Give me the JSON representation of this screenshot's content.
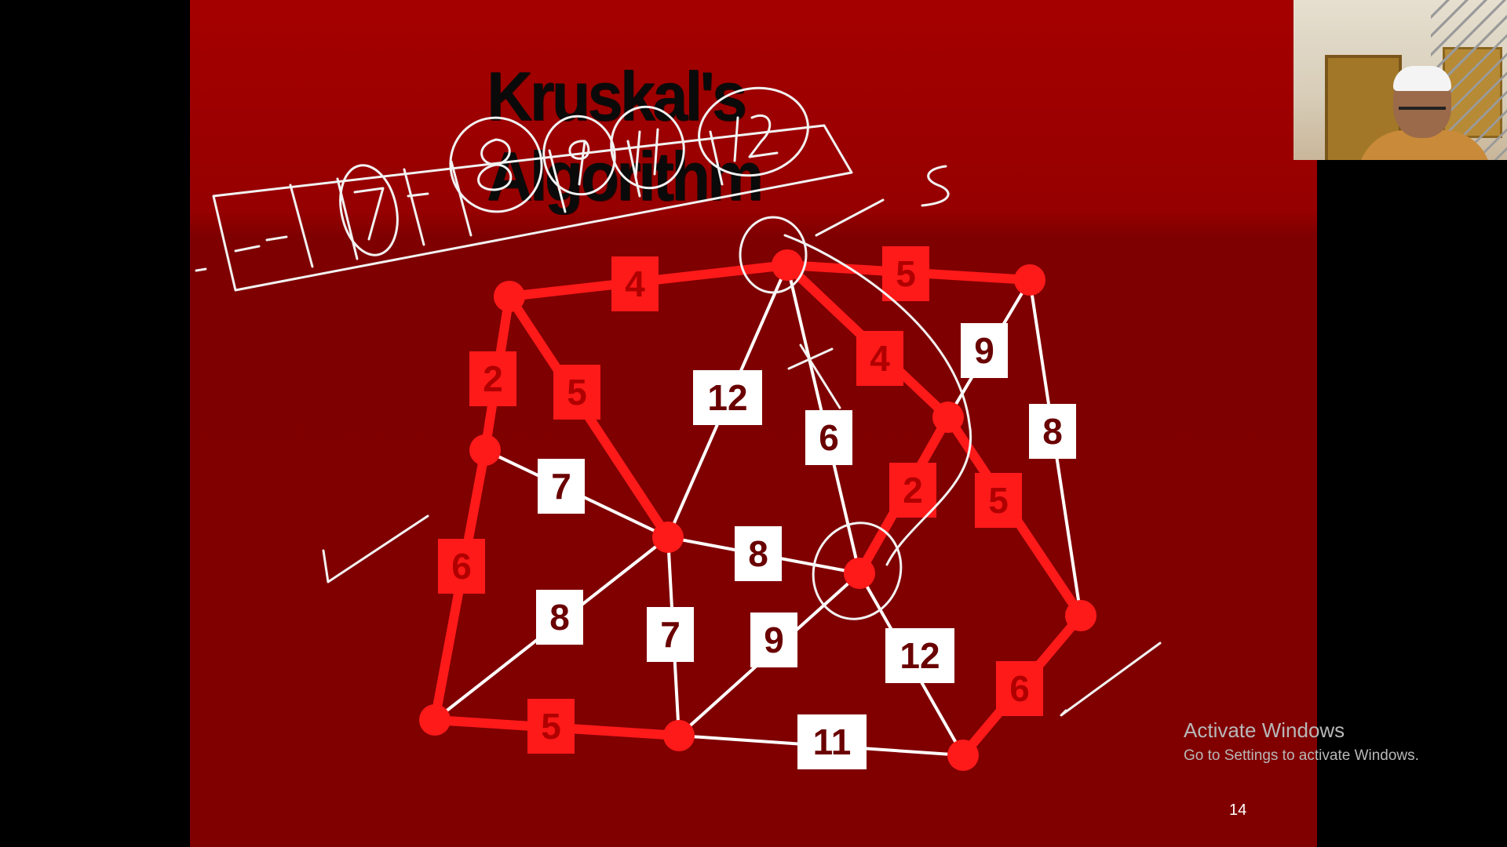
{
  "slide": {
    "title": "Kruskal's Algorithm",
    "page_number": "14",
    "colors": {
      "background": "#8b0000",
      "highlight_edge": "#ff1a1a",
      "normal_edge": "#ffffff",
      "node": "#ff1a1a"
    }
  },
  "graph": {
    "nodes": [
      "A",
      "B",
      "C",
      "D",
      "E",
      "F",
      "G",
      "H",
      "I",
      "J",
      "K",
      "L"
    ],
    "edges": [
      {
        "from": "A",
        "to": "B",
        "weight": "4",
        "highlight": true
      },
      {
        "from": "B",
        "to": "C",
        "weight": "5",
        "highlight": true
      },
      {
        "from": "A",
        "to": "D",
        "weight": "2",
        "highlight": true
      },
      {
        "from": "A",
        "to": "E",
        "weight": "5",
        "highlight": true
      },
      {
        "from": "B",
        "to": "E",
        "weight": "12",
        "highlight": false
      },
      {
        "from": "B",
        "to": "G",
        "weight": "6",
        "highlight": false
      },
      {
        "from": "B",
        "to": "F",
        "weight": "4",
        "highlight": true
      },
      {
        "from": "C",
        "to": "F",
        "weight": "9",
        "highlight": false
      },
      {
        "from": "C",
        "to": "I",
        "weight": "8",
        "highlight": false
      },
      {
        "from": "D",
        "to": "E",
        "weight": "7",
        "highlight": false
      },
      {
        "from": "D",
        "to": "H",
        "weight": "6",
        "highlight": true
      },
      {
        "from": "F",
        "to": "G",
        "weight": "2",
        "highlight": true
      },
      {
        "from": "F",
        "to": "I",
        "weight": "5",
        "highlight": true
      },
      {
        "from": "E",
        "to": "G",
        "weight": "8",
        "highlight": false
      },
      {
        "from": "E",
        "to": "H",
        "weight": "8",
        "highlight": false
      },
      {
        "from": "E",
        "to": "J",
        "weight": "7",
        "highlight": false
      },
      {
        "from": "J",
        "to": "G",
        "weight": "9",
        "highlight": false
      },
      {
        "from": "G",
        "to": "K",
        "weight": "12",
        "highlight": false
      },
      {
        "from": "H",
        "to": "J",
        "weight": "5",
        "highlight": true
      },
      {
        "from": "J",
        "to": "K",
        "weight": "11",
        "highlight": false
      },
      {
        "from": "I",
        "to": "K",
        "weight": "6",
        "highlight": true
      }
    ]
  },
  "annotations": {
    "queue_values": [
      "7",
      "8",
      "9",
      "11",
      "12"
    ],
    "scribble_letter": "S"
  },
  "activation": {
    "line1": "Activate Windows",
    "line2": "Go to Settings to activate Windows."
  },
  "webcam": {
    "description_icon": "presenter-video"
  }
}
